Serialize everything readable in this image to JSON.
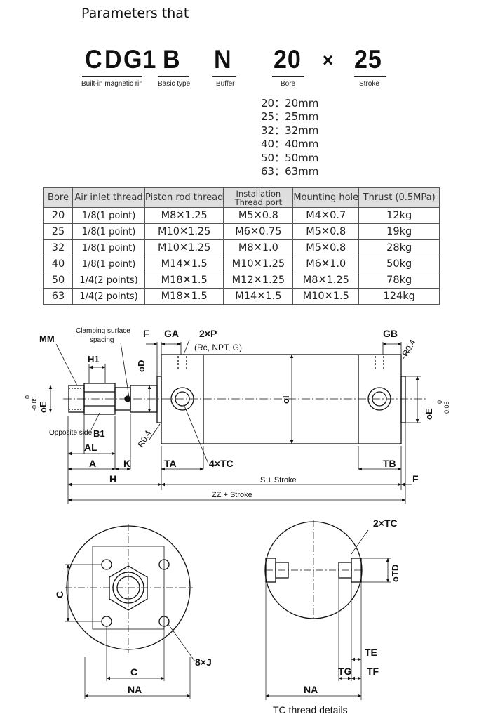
{
  "title": "Parameters that",
  "model_code": {
    "parts": [
      "C",
      "D",
      "G1",
      "B",
      "N",
      "20",
      "×",
      "25"
    ],
    "captions": {
      "magnetic": "Built-in magnetic ring",
      "basic": "Basic type",
      "buffer": "Buffer",
      "bore": "Bore",
      "stroke": "Stroke"
    }
  },
  "bore_options": [
    "20：20mm",
    "25：25mm",
    "32：32mm",
    "40：40mm",
    "50：50mm",
    "63：63mm"
  ],
  "spec_table": {
    "headers": [
      "Bore",
      "Air inlet thread",
      "Piston rod thread",
      "Installation",
      "Thread port",
      "Mounting hole",
      "Thrust (0.5MPa)"
    ],
    "rows": [
      [
        "20",
        "1/8(1 point)",
        "M8✕1.25",
        "M5✕0.8",
        "M4✕0.7",
        "12kg"
      ],
      [
        "25",
        "1/8(1 point)",
        "M10✕1.25",
        "M6✕0.75",
        "M5✕0.8",
        "19kg"
      ],
      [
        "32",
        "1/8(1 point)",
        "M10✕1.25",
        "M8✕1.0",
        "M5✕0.8",
        "28kg"
      ],
      [
        "40",
        "1/8(1 point)",
        "M14✕1.5",
        "M10✕1.25",
        "M6✕1.0",
        "50kg"
      ],
      [
        "50",
        "1/4(2 points)",
        "M18✕1.5",
        "M12✕1.25",
        "M8✕1.25",
        "78kg"
      ],
      [
        "63",
        "1/4(2 points)",
        "M18✕1.5",
        "M14✕1.5",
        "M10✕1.5",
        "124kg"
      ]
    ]
  },
  "side_view": {
    "MM": "MM",
    "clamp1": "Clamping surface",
    "clamp2": "spacing",
    "F": "F",
    "GA": "GA",
    "P": "2×P",
    "P_note": "(Rc, NPT, G)",
    "GB": "GB",
    "R04": "R0.4",
    "H1": "H1",
    "oD": "oD",
    "oE": "oE",
    "tol_top": "0",
    "tol_bot": "-0.05",
    "oI": "oI",
    "opp": "Opposite side",
    "B1": "B1",
    "AL": "AL",
    "A": "A",
    "K": "K",
    "TA": "TA",
    "TC4": "4×TC",
    "TB": "TB",
    "H": "H",
    "S": "S + Stroke",
    "ZZ": "ZZ + Stroke"
  },
  "end_view": {
    "C_v": "C",
    "C_h": "C",
    "NA": "NA",
    "J": "8×J"
  },
  "detail_view": {
    "TC2": "2×TC",
    "oTD": "oTD",
    "TE": "TE",
    "TG": "TG",
    "TF": "TF",
    "NA": "NA",
    "caption": "TC thread details"
  }
}
